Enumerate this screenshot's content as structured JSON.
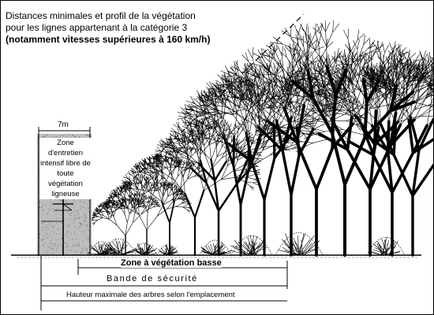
{
  "title": {
    "line1": "Distances minimales et profil de la végétation",
    "line2": "pour les lignes appartenant à la catégorie 3",
    "line3": "(notamment vitesses supérieures à 160 km/h)"
  },
  "maintenance_zone": {
    "label": "Zone d'entretien intensif libre de toute végétation ligneuse",
    "width_label": "7m"
  },
  "bands": [
    {
      "label": "Zone à végétation basse"
    },
    {
      "label": "Bande de sécurité"
    },
    {
      "label": "Hauteur maximale des arbres selon l'emplacement"
    }
  ],
  "colors": {
    "ink": "#000000",
    "zone_fill": "#bfbfbf",
    "background": "#ffffff"
  }
}
